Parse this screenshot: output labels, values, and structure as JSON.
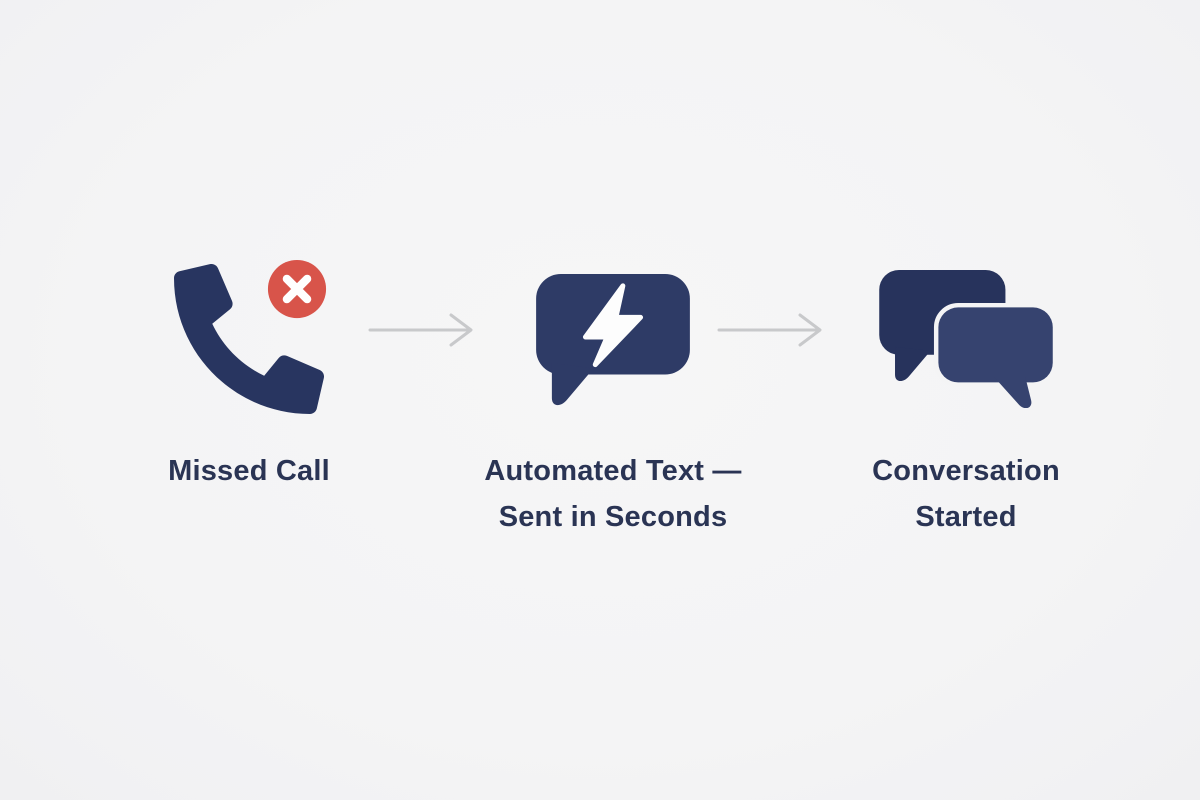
{
  "diagram": {
    "title": "missed-call-to-conversation-flow",
    "steps": [
      {
        "icon": "missed-call-phone-icon",
        "label_lines": [
          "Missed Call"
        ]
      },
      {
        "icon": "automated-text-bolt-bubble-icon",
        "label_lines": [
          "Automated Text —",
          "Sent in Seconds"
        ]
      },
      {
        "icon": "conversation-chat-bubbles-icon",
        "label_lines": [
          "Conversation",
          "Started"
        ]
      }
    ],
    "connectors": [
      {
        "type": "arrow-right"
      },
      {
        "type": "arrow-right"
      }
    ]
  },
  "palette": {
    "bg": "#f4f4f5",
    "phone_navy": "#283560",
    "bubble_navy": "#2e3b66",
    "bubble_back_navy": "#27335c",
    "bubble_front_navy": "#36436f",
    "badge_red": "#d8544a",
    "bolt_white": "#fdfdfd",
    "arrow_gray": "#c8c9cb",
    "label_navy": "#2a3454"
  }
}
